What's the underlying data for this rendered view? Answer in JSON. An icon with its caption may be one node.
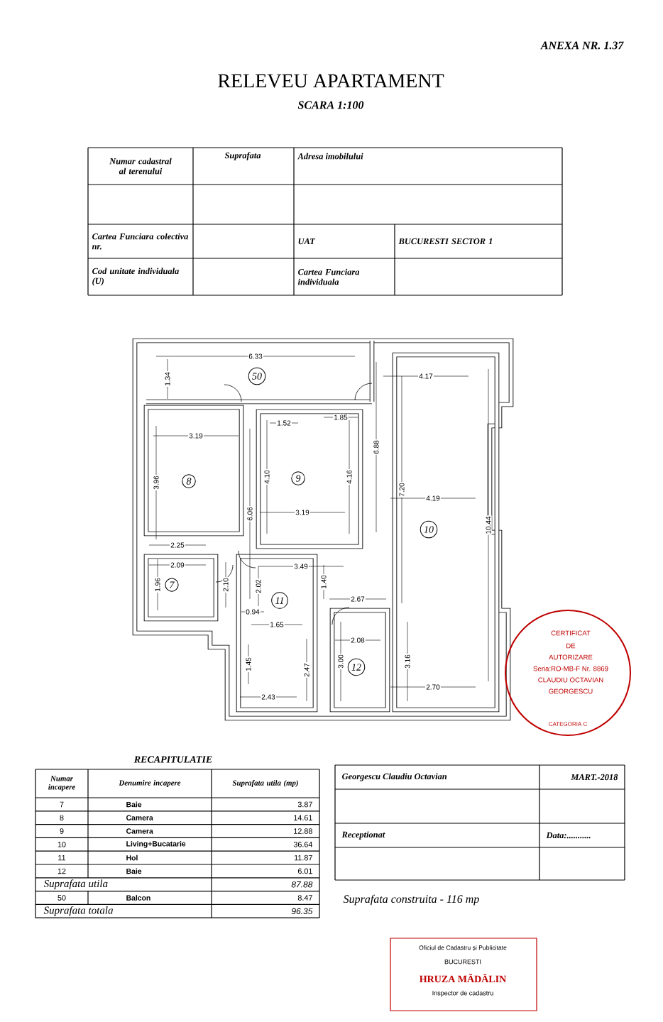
{
  "diagram": {
    "title": "RELEVEU APARTAMENT",
    "nodes": [
      {
        "text": [
          "50"
        ]
      },
      {
        "text": [
          "8"
        ]
      },
      {
        "text": [
          "9"
        ]
      },
      {
        "text": [
          "10"
        ]
      },
      {
        "text": [
          "7"
        ]
      },
      {
        "text": [
          "11"
        ]
      },
      {
        "text": [
          "12"
        ]
      }
    ],
    "labels": [
      "ANEXA NR. 1.37",
      "SCARA 1:100",
      "Numar cadastral al terenului",
      "Suprafata",
      "Adresa imobilului",
      "Cartea Funciara colectiva nr.",
      "UAT",
      "BUCURESTI SECTOR 1",
      "Cod unitate individuala (U)",
      "Cartea Funciara individuala",
      "6.33",
      "1.34",
      "4.17",
      "1.52",
      "1.85",
      "3.19",
      "6.88",
      "3.96",
      "4.10",
      "4.16",
      "7.20",
      "4.19",
      "3.19",
      "6.06",
      "10.44",
      "2.25",
      "2.09",
      "3.49",
      "1.96",
      "2.10",
      "2.02",
      "1.40",
      "2.67",
      "0.94",
      "1.65",
      "2.08",
      "1.45",
      "2.47",
      "3.00",
      "3.16",
      "2.70",
      "2.43",
      "CERTIFICAT",
      "DE",
      "AUTORIZARE",
      "Seria:RO-MB-F Nr. 8869",
      "CLAUDIU OCTAVIAN",
      "GEORGESCU",
      "CATEGORIA C",
      "RECAPITULATIE",
      "Numar incapere",
      "Denumire incapere",
      "Suprafata utila (mp)",
      "7",
      "Baie",
      "3.87",
      "8",
      "Camera",
      "14.61",
      "9",
      "Camera",
      "12.88",
      "10",
      "Living+Bucatarie",
      "36.64",
      "11",
      "Hol",
      "11.87",
      "12",
      "Baie",
      "6.01",
      "Suprafata utila",
      "87.88",
      "50",
      "Balcon",
      "8.47",
      "Suprafata totala",
      "96.35",
      "Georgescu Claudiu Octavian",
      "MART.-2018",
      "Receptionat",
      "Data:...........",
      "Suprafata construita - 116 mp",
      "Oficiul de Cadastru și Publicitate",
      "BUCUREȘTI",
      "HRUZA MĂDĂLIN",
      "Inspector de cadastru"
    ]
  }
}
